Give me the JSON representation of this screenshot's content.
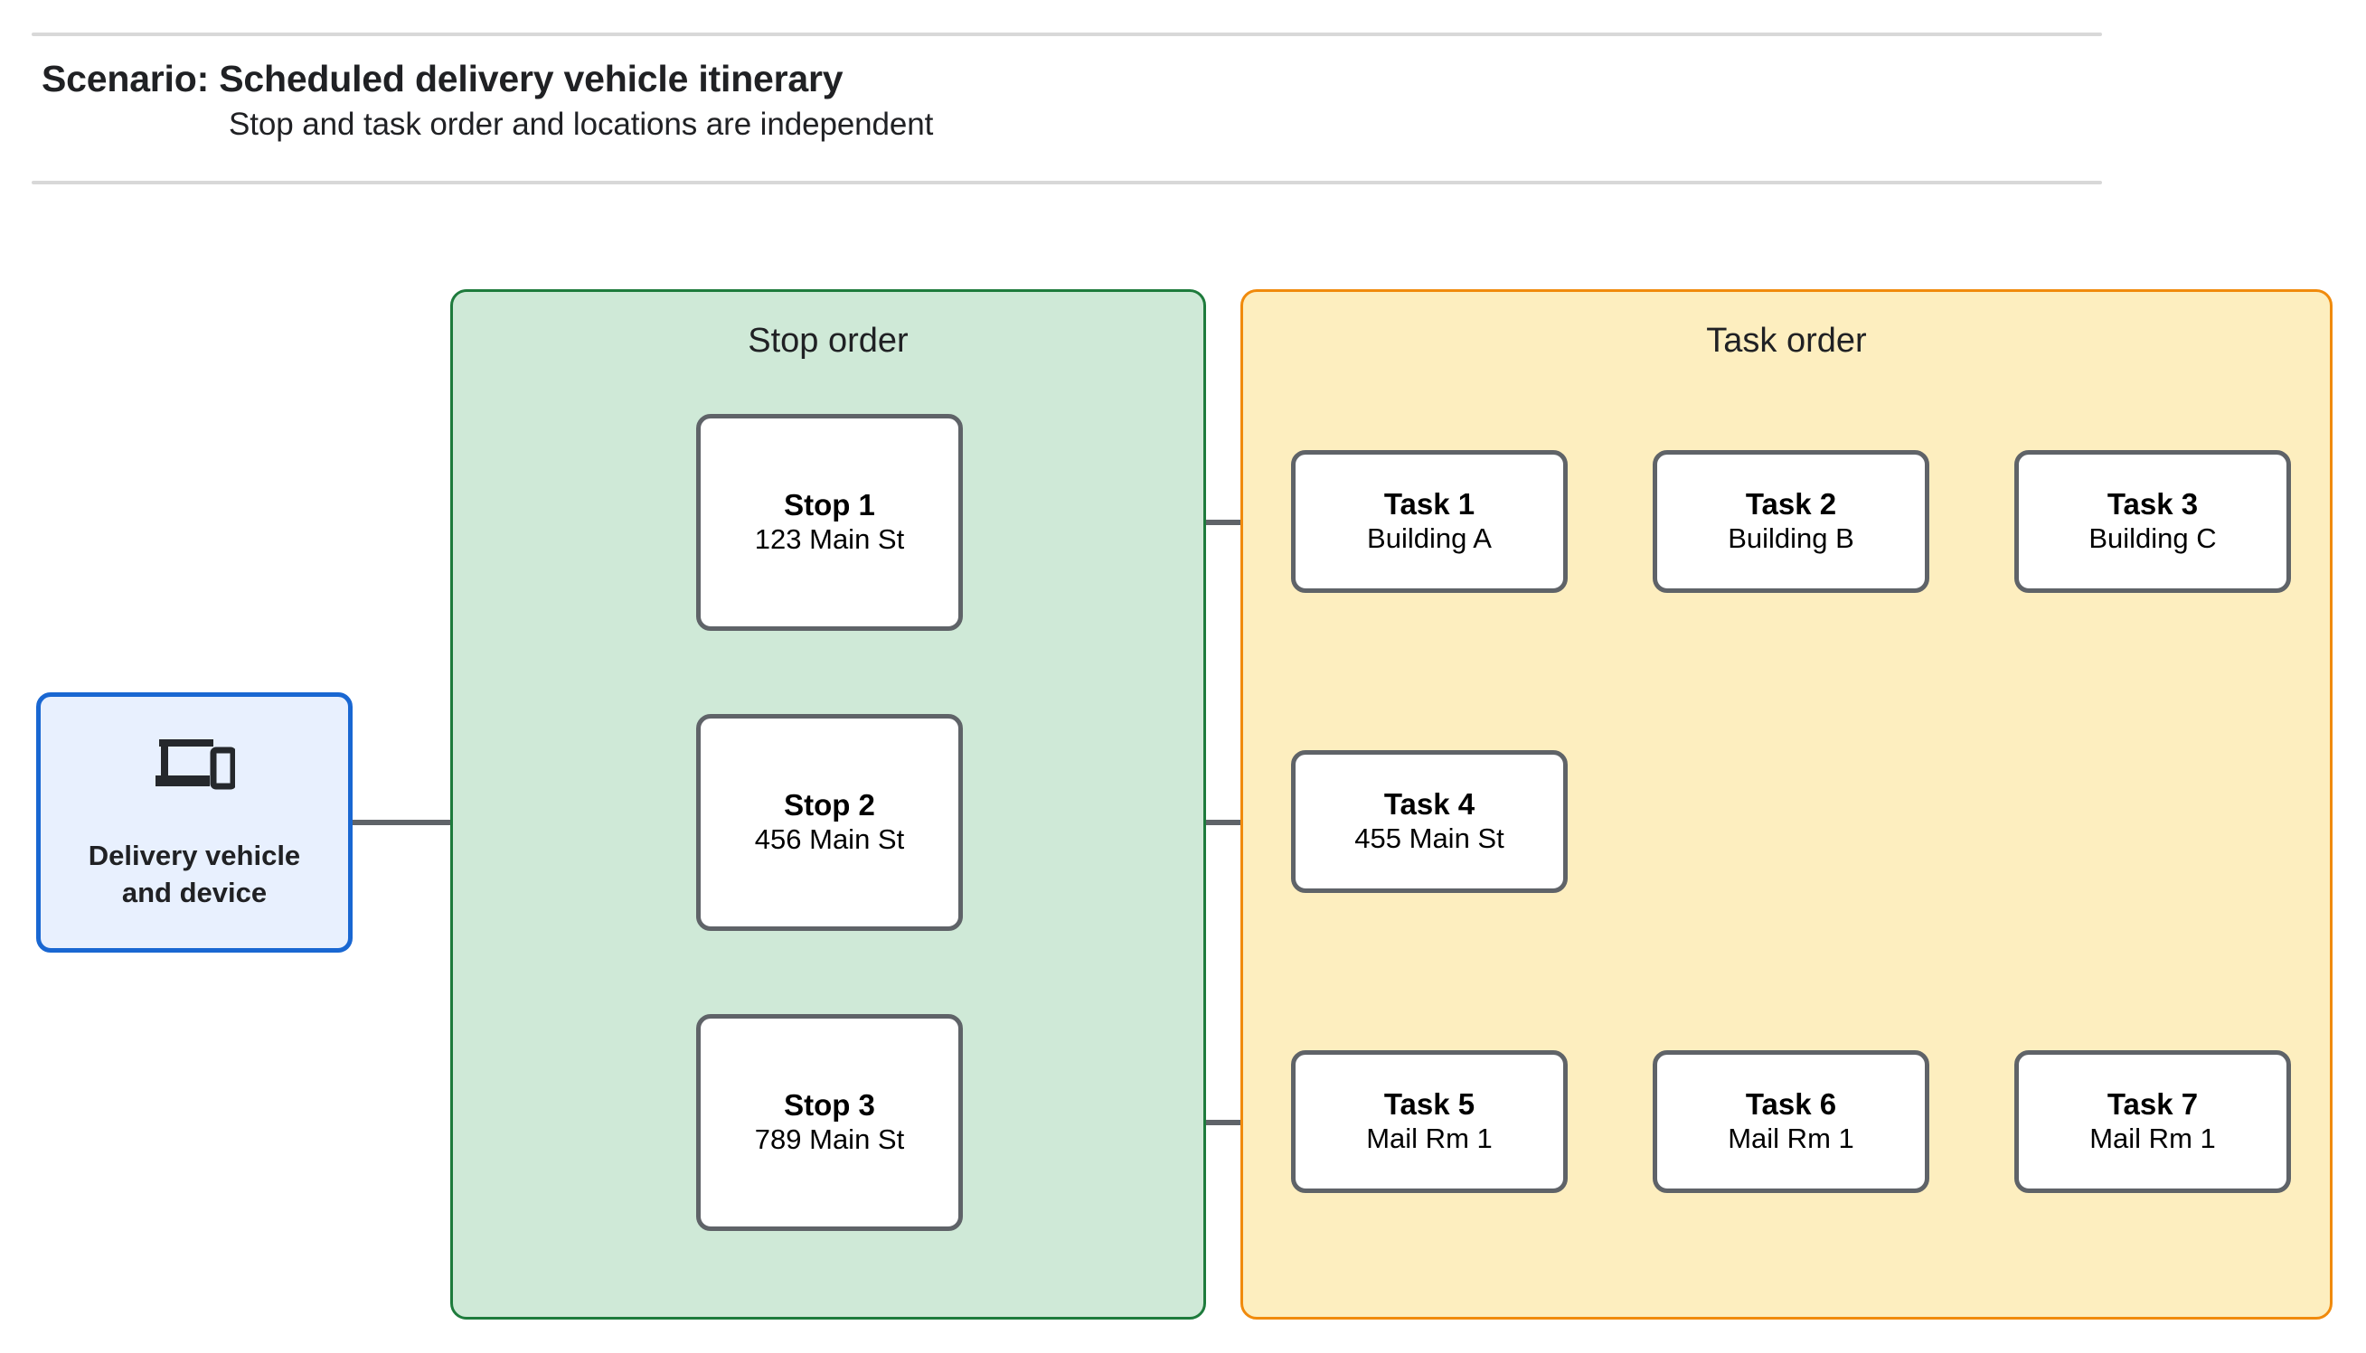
{
  "header": {
    "title": "Scenario: Scheduled delivery vehicle itinerary",
    "subtitle": "Stop and task order and locations are independent"
  },
  "vehicle": {
    "label": "Delivery vehicle\nand device",
    "icon": "devices-icon",
    "border_color": "#1967d2",
    "fill_color": "#e8f0fe"
  },
  "stop_panel": {
    "title": "Stop order",
    "border_color": "#1e7b3c",
    "fill_color": "#cfe9d7",
    "stops": [
      {
        "title": "Stop 1",
        "address": "123 Main St"
      },
      {
        "title": "Stop 2",
        "address": "456 Main St"
      },
      {
        "title": "Stop 3",
        "address": "789 Main St"
      }
    ]
  },
  "task_panel": {
    "title": "Task order",
    "border_color": "#f08a0c",
    "fill_color": "#fdeebf",
    "rows": [
      {
        "tasks": [
          {
            "title": "Task 1",
            "location": "Building A"
          },
          {
            "title": "Task 2",
            "location": "Building B"
          },
          {
            "title": "Task 3",
            "location": "Building C"
          }
        ]
      },
      {
        "tasks": [
          {
            "title": "Task 4",
            "location": "455 Main St"
          }
        ]
      },
      {
        "tasks": [
          {
            "title": "Task 5",
            "location": "Mail Rm 1"
          },
          {
            "title": "Task 6",
            "location": "Mail Rm 1"
          },
          {
            "title": "Task 7",
            "location": "Mail Rm 1"
          }
        ]
      }
    ]
  },
  "connector_color": "#5f6368",
  "node_border_color": "#5f6368"
}
